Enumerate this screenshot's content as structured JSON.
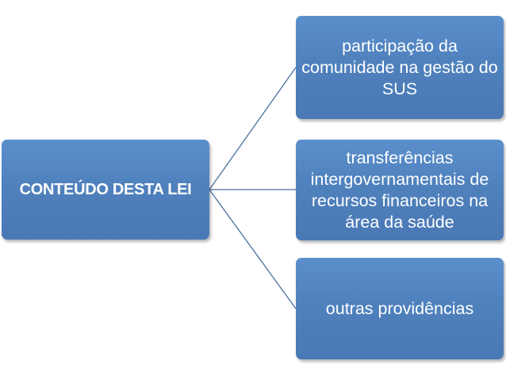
{
  "root": {
    "label": "CONTEÚDO DESTA LEI"
  },
  "children": [
    {
      "label": "participação da comunidade na gestão do SUS"
    },
    {
      "label": "transferências intergovernamentais de recursos financeiros na área da saúde"
    },
    {
      "label": "outras providências"
    }
  ],
  "colors": {
    "node_fill": "#4f81bd",
    "node_text": "#ffffff",
    "connector": "#4a6fa0",
    "background": "#ffffff"
  }
}
